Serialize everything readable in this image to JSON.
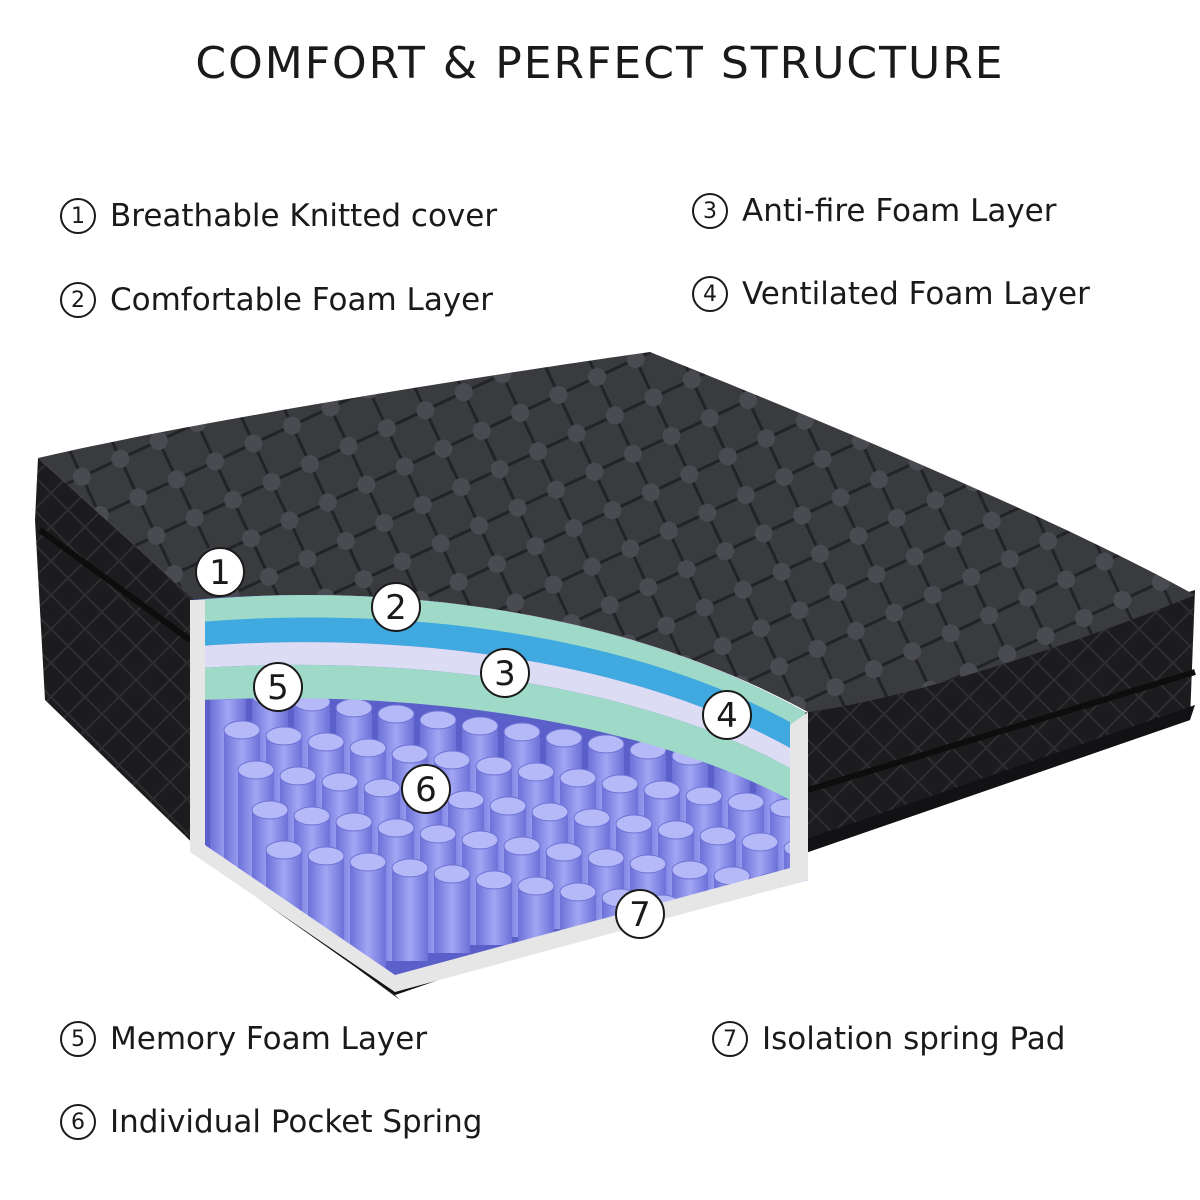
{
  "title": "COMFORT & PERFECT STRUCTURE",
  "layers": [
    {
      "num": "1",
      "label": "Breathable Knitted cover"
    },
    {
      "num": "2",
      "label": "Comfortable Foam Layer"
    },
    {
      "num": "3",
      "label": "Anti-fire Foam Layer"
    },
    {
      "num": "4",
      "label": "Ventilated Foam Layer"
    },
    {
      "num": "5",
      "label": "Memory Foam Layer"
    },
    {
      "num": "6",
      "label": "Individual Pocket Spring"
    },
    {
      "num": "7",
      "label": "Isolation spring Pad"
    }
  ],
  "colors": {
    "mattress": "#1c1c1e",
    "quilt_top": "#3a3b3f",
    "foam_green": "#9fd9c8",
    "foam_blue": "#3fa9e0",
    "springs": "#8f94ee",
    "pad": "#e6e6e6"
  }
}
